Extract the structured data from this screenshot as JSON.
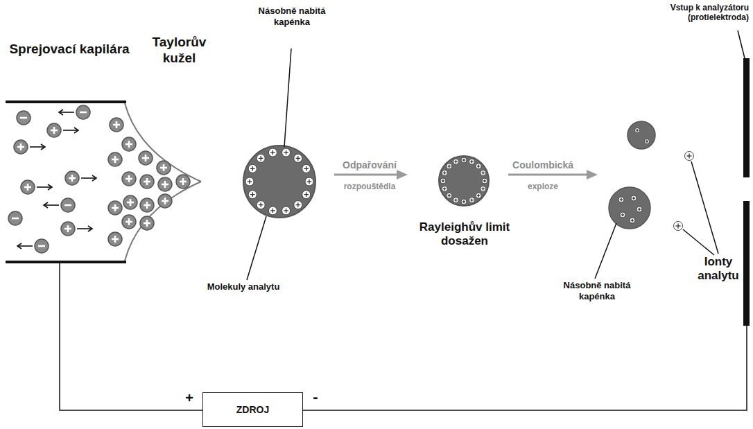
{
  "diagram": {
    "nodes": [
      {
        "text": [
          "ZDROJ"
        ]
      }
    ],
    "labels": [
      "Sprejovací kapilára",
      "Taylorův kužel",
      "Násobně nabitá kapénka",
      "Molekuly analytu",
      "Odpařování",
      "rozpouštědla",
      "Rayleighův limit dosažen",
      "Coulombická",
      "exploze",
      "Násobně nabitá kapénka",
      "Ionty analytu",
      "Vstup k analyzátoru (protielektroda)",
      "+",
      "-"
    ]
  }
}
